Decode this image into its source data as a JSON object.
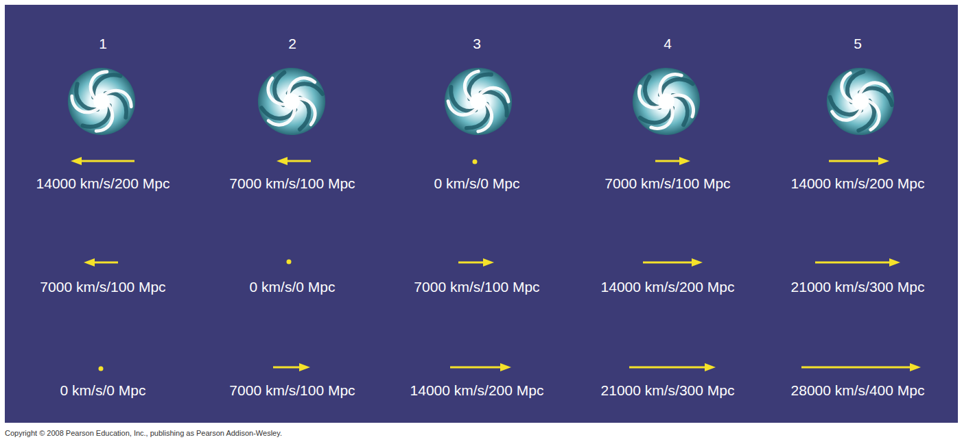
{
  "diagram": {
    "labels": [
      "1",
      "2",
      "3",
      "4",
      "5",
      "14000 km/s/200 Mpc",
      "7000 km/s/100 Mpc",
      "0 km/s/0 Mpc",
      "7000 km/s/100 Mpc",
      "14000 km/s/200 Mpc",
      "7000 km/s/100 Mpc",
      "0 km/s/0 Mpc",
      "7000 km/s/100 Mpc",
      "14000 km/s/200 Mpc",
      "21000 km/s/300 Mpc",
      "0 km/s/0 Mpc",
      "7000 km/s/100 Mpc",
      "14000 km/s/200 Mpc",
      "21000 km/s/300 Mpc",
      "28000 km/s/400 Mpc",
      "Copyright © 2008 Pearson Education, Inc., publishing as Pearson Addison-Wesley."
    ]
  }
}
